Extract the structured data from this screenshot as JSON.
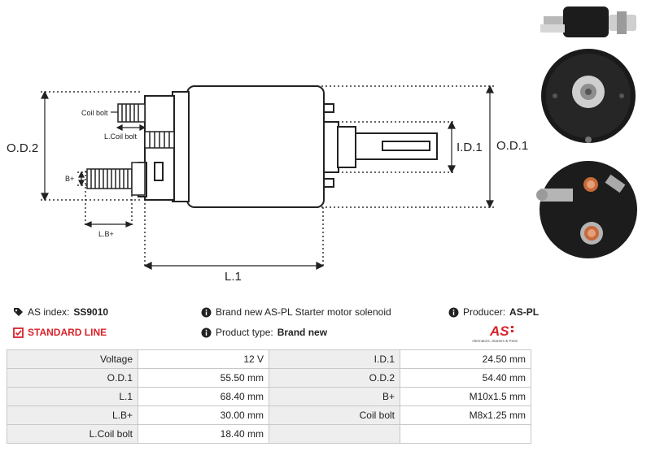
{
  "drawing": {
    "od2_label": "O.D.2",
    "od1_label": "O.D.1",
    "id1_label": "I.D.1",
    "l1_label": "L.1",
    "lb_label": "L.B+",
    "b_label": "B+",
    "coil_bolt_label": "Coil bolt",
    "lcoil_bolt_label": "L.Coil bolt"
  },
  "info": {
    "as_index_label": "AS index:",
    "as_index_value": "SS9010",
    "standard_line": "STANDARD LINE",
    "description": "Brand new AS-PL Starter motor solenoid",
    "product_type_label": "Product type:",
    "product_type_value": "Brand new",
    "producer_label": "Producer:",
    "producer_value": "AS-PL",
    "logo_text": "AS",
    "logo_tagline": "Alternators, Starters & Parts",
    "accent_color": "#d8232a"
  },
  "specs": [
    {
      "k1": "Voltage",
      "v1": "12 V",
      "k2": "I.D.1",
      "v2": "24.50 mm"
    },
    {
      "k1": "O.D.1",
      "v1": "55.50 mm",
      "k2": "O.D.2",
      "v2": "54.40 mm"
    },
    {
      "k1": "L.1",
      "v1": "68.40 mm",
      "k2": "B+",
      "v2": "M10x1.5 mm"
    },
    {
      "k1": "L.B+",
      "v1": "30.00 mm",
      "k2": "Coil bolt",
      "v2": "M8x1.25 mm"
    },
    {
      "k1": "L.Coil bolt",
      "v1": "18.40 mm",
      "k2": "",
      "v2": ""
    }
  ]
}
